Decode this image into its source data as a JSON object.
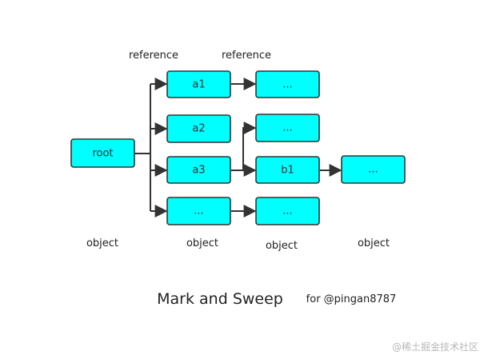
{
  "colors": {
    "node_fill": "#00ffff",
    "node_stroke": "#333333",
    "edge": "#333333",
    "text": "#222222",
    "watermark": "#b8b8b8"
  },
  "diagram": {
    "nodes": {
      "root": "root",
      "a1": "a1",
      "a2": "a2",
      "a3": "a3",
      "a4": "...",
      "c1": "...",
      "c2": "...",
      "b1": "b1",
      "c4": "...",
      "d1": "..."
    },
    "reference_labels": [
      "reference",
      "reference"
    ],
    "object_labels": [
      "object",
      "object",
      "object",
      "object"
    ]
  },
  "title": "Mark and Sweep",
  "credit": "for @pingan8787",
  "watermark": "@稀土掘金技术社区"
}
